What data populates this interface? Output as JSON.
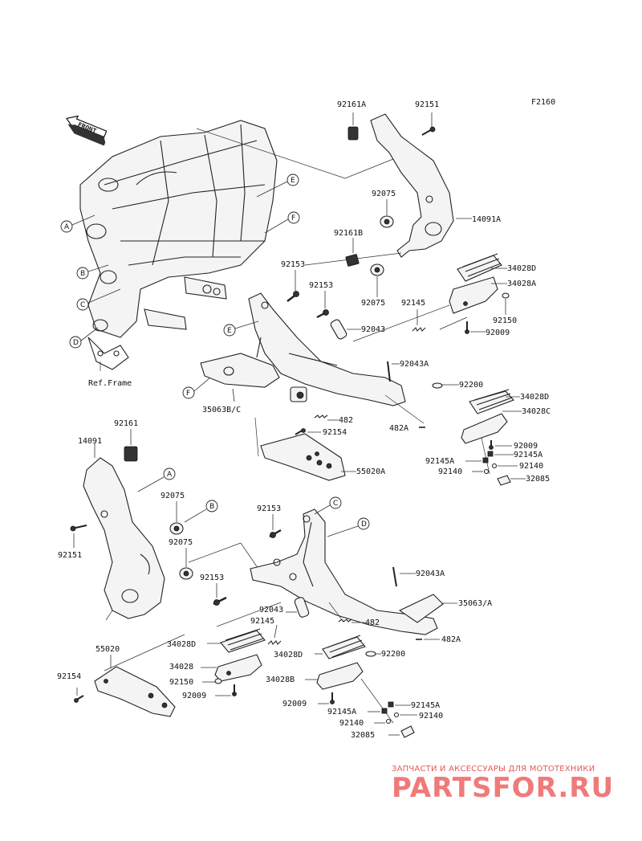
{
  "diagram_code": "F2160",
  "front_label": "FRONT",
  "ref_frame": "Ref.Frame",
  "callouts": [
    "A",
    "B",
    "C",
    "D",
    "E",
    "F"
  ],
  "upper_labels": {
    "l92161A": "92161A",
    "l92151": "92151",
    "l92075a": "92075",
    "l14091A": "14091A",
    "l92161B": "92161B",
    "l92153a": "92153",
    "l92153b": "92153",
    "l92075b": "92075",
    "l92145": "92145",
    "l92043": "92043",
    "l34028D": "34028D",
    "l34028A": "34028A",
    "l92150": "92150",
    "l92009a": "92009",
    "l92043A": "92043A",
    "l35063BC": "35063B/C",
    "l482": "482",
    "l92154": "92154",
    "l482A": "482A",
    "l92200": "92200",
    "l34028D2": "34028D",
    "l34028C": "34028C",
    "l92009b": "92009",
    "l92145A": "92145A",
    "l92145A2": "92145A",
    "l92140a": "92140",
    "l92140b": "92140",
    "l32085": "32085",
    "l55020A": "55020A"
  },
  "lower_labels": {
    "l92161": "92161",
    "l14091": "14091",
    "l92075a": "92075",
    "l92075b": "92075",
    "l92151": "92151",
    "l92153a": "92153",
    "l92153b": "92153",
    "l92043A": "92043A",
    "l35063A": "35063/A",
    "l92043": "92043",
    "l92145": "92145",
    "l482": "482",
    "l482A": "482A",
    "l55020": "55020",
    "l34028D": "34028D",
    "l34028": "34028",
    "l92150": "92150",
    "l92009": "92009",
    "l92154": "92154",
    "l34028D2": "34028D",
    "l92200": "92200",
    "l34028B": "34028B",
    "l92009b": "92009",
    "l92145A": "92145A",
    "l92145A2": "92145A",
    "l92140a": "92140",
    "l92140b": "92140",
    "l32085": "32085"
  },
  "watermark": {
    "subtitle": "ЗАПЧАСТИ И АКСЕССУАРЫ ДЛЯ МОТОТЕХНИКИ",
    "logo": "PARTSFOR.RU"
  }
}
